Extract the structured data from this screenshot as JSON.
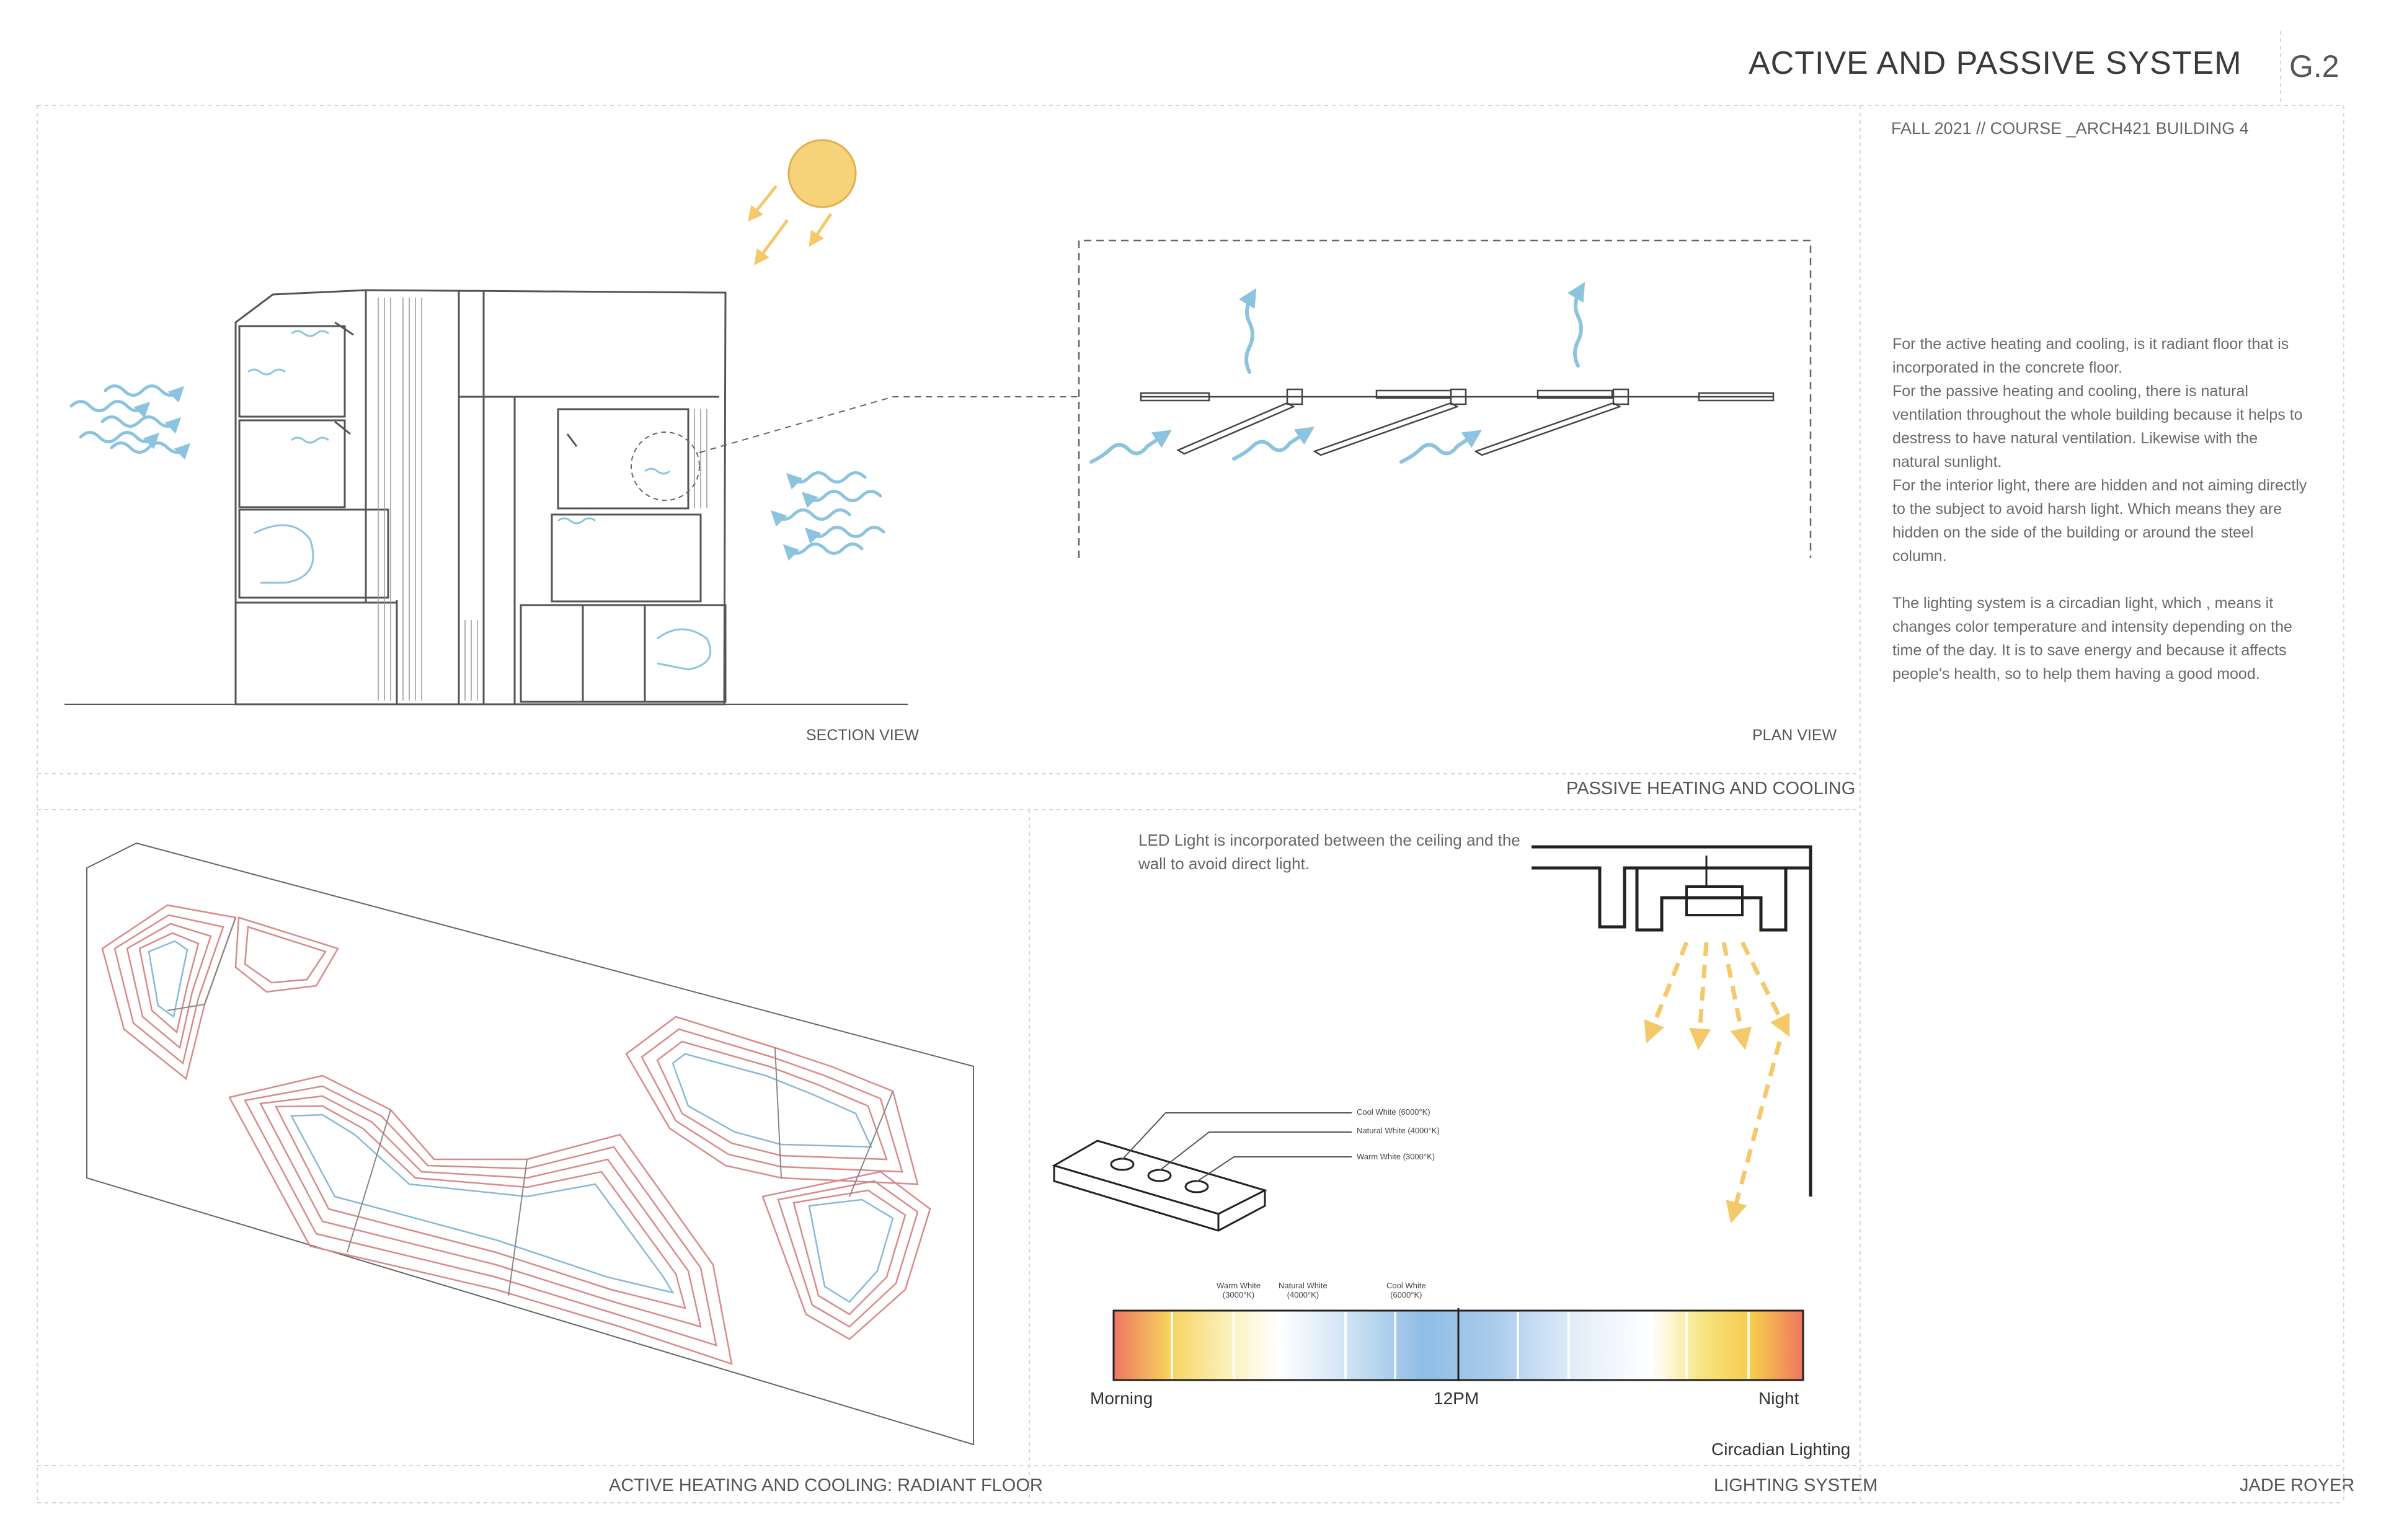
{
  "header": {
    "title": "ACTIVE AND PASSIVE SYSTEM",
    "sheet_number": "G.2",
    "course": "FALL 2021 // COURSE _ARCH421 BUILDING 4"
  },
  "description": {
    "p1": "For the active heating and cooling, is it radiant floor that is incorporated in the concrete floor.",
    "p2": "For the passive heating and cooling, there is natural ventilation throughout the whole building because it helps to destress to have natural ventilation. Likewise with the natural sunlight.",
    "p3": "For the interior light, there are hidden and not aiming directly to the subject to avoid harsh light. Which means they are hidden on the side of the building or around the steel column.",
    "p4": "The lighting system is a circadian light, which , means it changes color temperature and intensity depending on the time of the day. It is to save energy and because it affects people's health, so to help them having a good mood."
  },
  "labels": {
    "section_view": "SECTION VIEW",
    "plan_view": "PLAN VIEW",
    "passive": "PASSIVE HEATING AND COOLING",
    "active": "ACTIVE HEATING AND COOLING: RADIANT FLOOR",
    "lighting": "LIGHTING SYSTEM",
    "author": "JADE ROYER"
  },
  "lighting": {
    "led_note": "LED Light is incorporated between the ceiling and the wall to avoid direct light.",
    "led_cool": "Cool White (6000°K)",
    "led_natural": "Natural White (4000°K)",
    "led_warm": "Warm White (3000°K)",
    "bar_warm_1": "Warm White",
    "bar_warm_2": "(3000°K)",
    "bar_natural_1": "Natural White",
    "bar_natural_2": "(4000°K)",
    "bar_cool_1": "Cool White",
    "bar_cool_2": "(6000°K)",
    "morning": "Morning",
    "noon": "12PM",
    "night": "Night",
    "circadian": "Circadian Lighting"
  },
  "colors": {
    "sun": "#f6d27a",
    "air": "#8cc4e0",
    "light": "#f5c96a",
    "pipe_red": "#d98a8a",
    "pipe_blue": "#8ab8d8"
  }
}
